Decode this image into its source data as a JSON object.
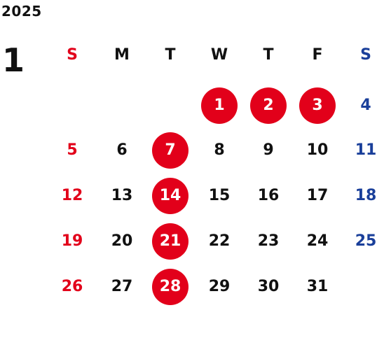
{
  "year": "2025",
  "month": "1",
  "weekdays": [
    "S",
    "M",
    "T",
    "W",
    "T",
    "F",
    "S"
  ],
  "colors": {
    "text": "#111111",
    "sunday": "#e2001a",
    "saturday": "#1a3f9a",
    "highlight_fill": "#e2001a",
    "highlight_text": "#ffffff"
  },
  "weeks": [
    [
      null,
      null,
      null,
      {
        "label": "1",
        "highlight": true
      },
      {
        "label": "2",
        "highlight": true
      },
      {
        "label": "3",
        "highlight": true
      },
      {
        "label": "4",
        "highlight": false
      }
    ],
    [
      {
        "label": "5",
        "highlight": false
      },
      {
        "label": "6",
        "highlight": false
      },
      {
        "label": "7",
        "highlight": true
      },
      {
        "label": "8",
        "highlight": false
      },
      {
        "label": "9",
        "highlight": false
      },
      {
        "label": "10",
        "highlight": false
      },
      {
        "label": "11",
        "highlight": false
      }
    ],
    [
      {
        "label": "12",
        "highlight": false
      },
      {
        "label": "13",
        "highlight": false
      },
      {
        "label": "14",
        "highlight": true
      },
      {
        "label": "15",
        "highlight": false
      },
      {
        "label": "16",
        "highlight": false
      },
      {
        "label": "17",
        "highlight": false
      },
      {
        "label": "18",
        "highlight": false
      }
    ],
    [
      {
        "label": "19",
        "highlight": false
      },
      {
        "label": "20",
        "highlight": false
      },
      {
        "label": "21",
        "highlight": true
      },
      {
        "label": "22",
        "highlight": false
      },
      {
        "label": "23",
        "highlight": false
      },
      {
        "label": "24",
        "highlight": false
      },
      {
        "label": "25",
        "highlight": false
      }
    ],
    [
      {
        "label": "26",
        "highlight": false
      },
      {
        "label": "27",
        "highlight": false
      },
      {
        "label": "28",
        "highlight": true
      },
      {
        "label": "29",
        "highlight": false
      },
      {
        "label": "30",
        "highlight": false
      },
      {
        "label": "31",
        "highlight": false
      },
      null
    ]
  ]
}
